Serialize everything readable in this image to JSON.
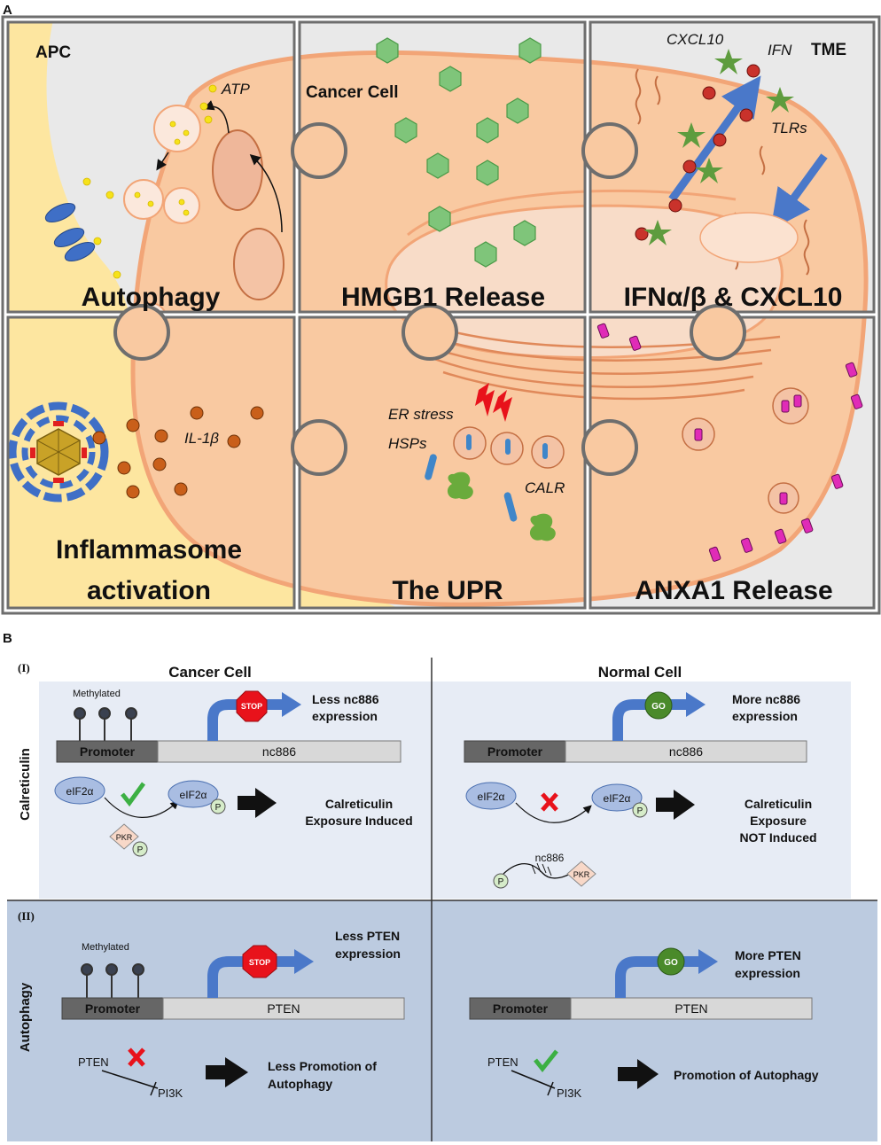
{
  "panel_a": {
    "label": "A",
    "tiles": {
      "autophagy": "Autophagy",
      "hmgb1": "HMGB1 Release",
      "ifn": "IFNα/β & CXCL10",
      "inflammasome_line1": "Inflammasome",
      "inflammasome_line2": "activation",
      "upr": "The UPR",
      "anxa1": "ANXA1 Release"
    },
    "labels": {
      "apc": "APC",
      "cancer_cell": "Cancer Cell",
      "tme": "TME",
      "atp": "ATP",
      "cxcl10": "CXCL10",
      "ifn": "IFN",
      "tlrs": "TLRs",
      "il1b": "IL-1β",
      "er_stress": "ER stress",
      "hsps": "HSPs",
      "calr": "CALR"
    }
  },
  "panel_b": {
    "label": "B",
    "section_i": "(I)",
    "section_ii": "(II)",
    "col_cancer": "Cancer Cell",
    "col_normal": "Normal Cell",
    "row_calreticulin": "Calreticulin",
    "row_autophagy": "Autophagy",
    "methylated": "Methylated",
    "promoter": "Promoter",
    "stop": "STOP",
    "go": "GO",
    "nc886": "nc886",
    "pten": "PTEN",
    "less_nc886_1": "Less nc886",
    "less_nc886_2": "expression",
    "more_nc886_1": "More nc886",
    "more_nc886_2": "expression",
    "less_pten_1": "Less PTEN",
    "less_pten_2": "expression",
    "more_pten_1": "More PTEN",
    "more_pten_2": "expression",
    "eif2a": "eIF2α",
    "p": "P",
    "pkr": "PKR",
    "calr_induced_1": "Calreticulin",
    "calr_induced_2": "Exposure Induced",
    "calr_not_1": "Calreticulin",
    "calr_not_2": "Exposure",
    "calr_not_3": "NOT Induced",
    "pi3k": "PI3K",
    "less_promo_1": "Less Promotion of",
    "less_promo_2": "Autophagy",
    "promo": "Promotion of Autophagy"
  },
  "colors": {
    "cell_fill": "#f9c9a1",
    "cell_edge": "#f2a577",
    "apc_fill": "#fde6a0",
    "tme_fill": "#e9e9e9",
    "b_top_bg": "#e7ecf5",
    "b_bottom_bg": "#bccbe0",
    "blue_arrow": "#4a78c9",
    "stop_red": "#e8121b",
    "go_green": "#4a8a2a",
    "hmgb1_green": "#7fc57a",
    "anxa1_magenta": "#e02bb7"
  }
}
